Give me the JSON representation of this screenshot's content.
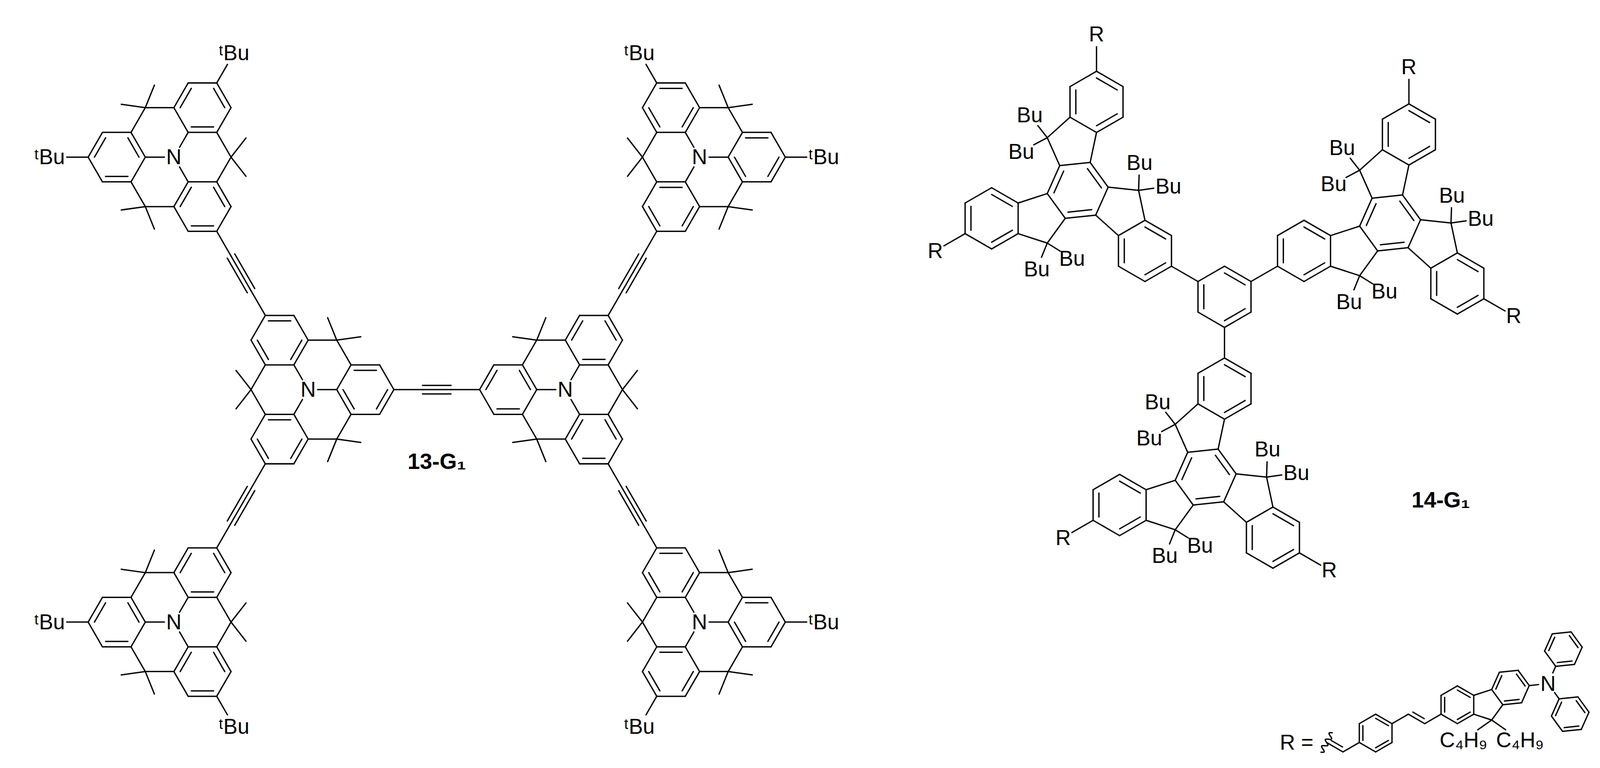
{
  "diagram": {
    "labels": [
      "ᵗBu",
      "ᵗBu",
      "ᵗBu",
      "N",
      "N",
      "ᵗBu",
      "N",
      "N",
      "13-G₁",
      "ᵗBu",
      "N",
      "N",
      "ᵗBu",
      "ᵗBu",
      "ᵗBu",
      "R",
      "R",
      "Bu",
      "Bu",
      "Bu",
      "Bu",
      "Bu",
      "Bu",
      "R",
      "R",
      "Bu",
      "Bu",
      "Bu",
      "Bu",
      "Bu",
      "Bu",
      "R",
      "R",
      "Bu",
      "Bu",
      "Bu",
      "Bu",
      "Bu",
      "Bu",
      "14-G₁",
      "R =",
      "N",
      "C₄H₉",
      "C₄H₉"
    ]
  }
}
